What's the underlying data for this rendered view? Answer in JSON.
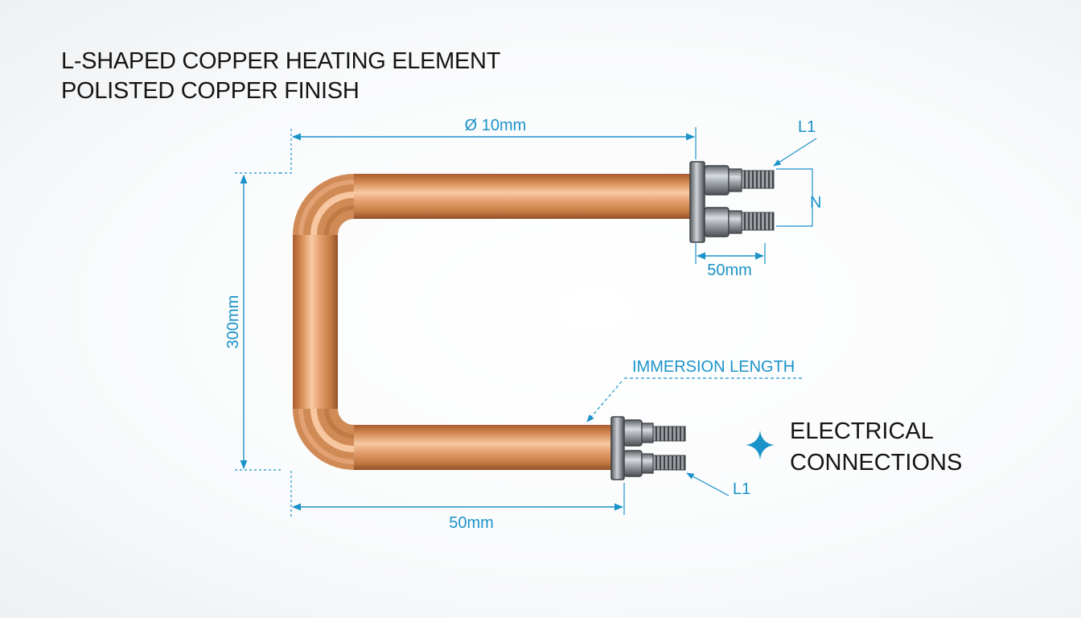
{
  "title": {
    "line1": "L-SHAPED COPPER HEATING ELEMENT",
    "line2": "POLISTED COPPER FINISH"
  },
  "dimensions": {
    "diameter": "Ø 10mm",
    "height": "300mm",
    "terminal_length": "50mm",
    "bottom_length": "50mm"
  },
  "labels": {
    "l1_top": "L1",
    "n": "N",
    "l1_bottom": "L1",
    "immersion": "IMMERSION LENGTH",
    "electrical_line1": "ELECTRICAL",
    "electrical_line2": "CONNECTIONS"
  },
  "colors": {
    "dimension": "#1b93c9",
    "copper_mid": "#e7a16f",
    "copper_dark": "#b86c3e",
    "text": "#141414"
  }
}
